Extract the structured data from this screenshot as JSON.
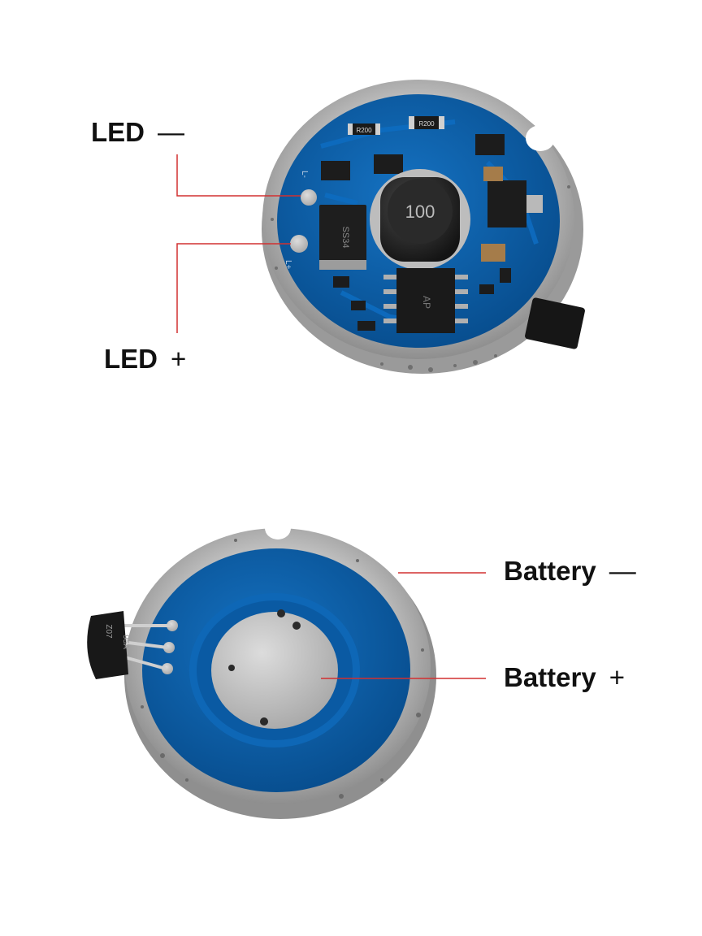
{
  "labels": {
    "led_minus": {
      "text": "LED",
      "sign": "—"
    },
    "led_plus": {
      "text": "LED",
      "sign": "+"
    },
    "battery_minus": {
      "text": "Battery",
      "sign": "—"
    },
    "battery_plus": {
      "text": "Battery",
      "sign": "+"
    }
  },
  "pcb_silkscreen": {
    "inductor_marking": "100",
    "resistor_1": "R200",
    "resistor_2": "R200",
    "diode_marking": "SS34",
    "ic_marking": "AP",
    "pad_1": "L-",
    "pad_2": "L+",
    "transistor_marking_1": "95A",
    "transistor_marking_2": "Z07"
  },
  "colors": {
    "pcb_blue": "#0a5fa8",
    "pcb_blue_dark": "#074c8c",
    "solder": "#c9c9c9",
    "leader_line": "#d23030",
    "component_black": "#1c1c1c"
  }
}
